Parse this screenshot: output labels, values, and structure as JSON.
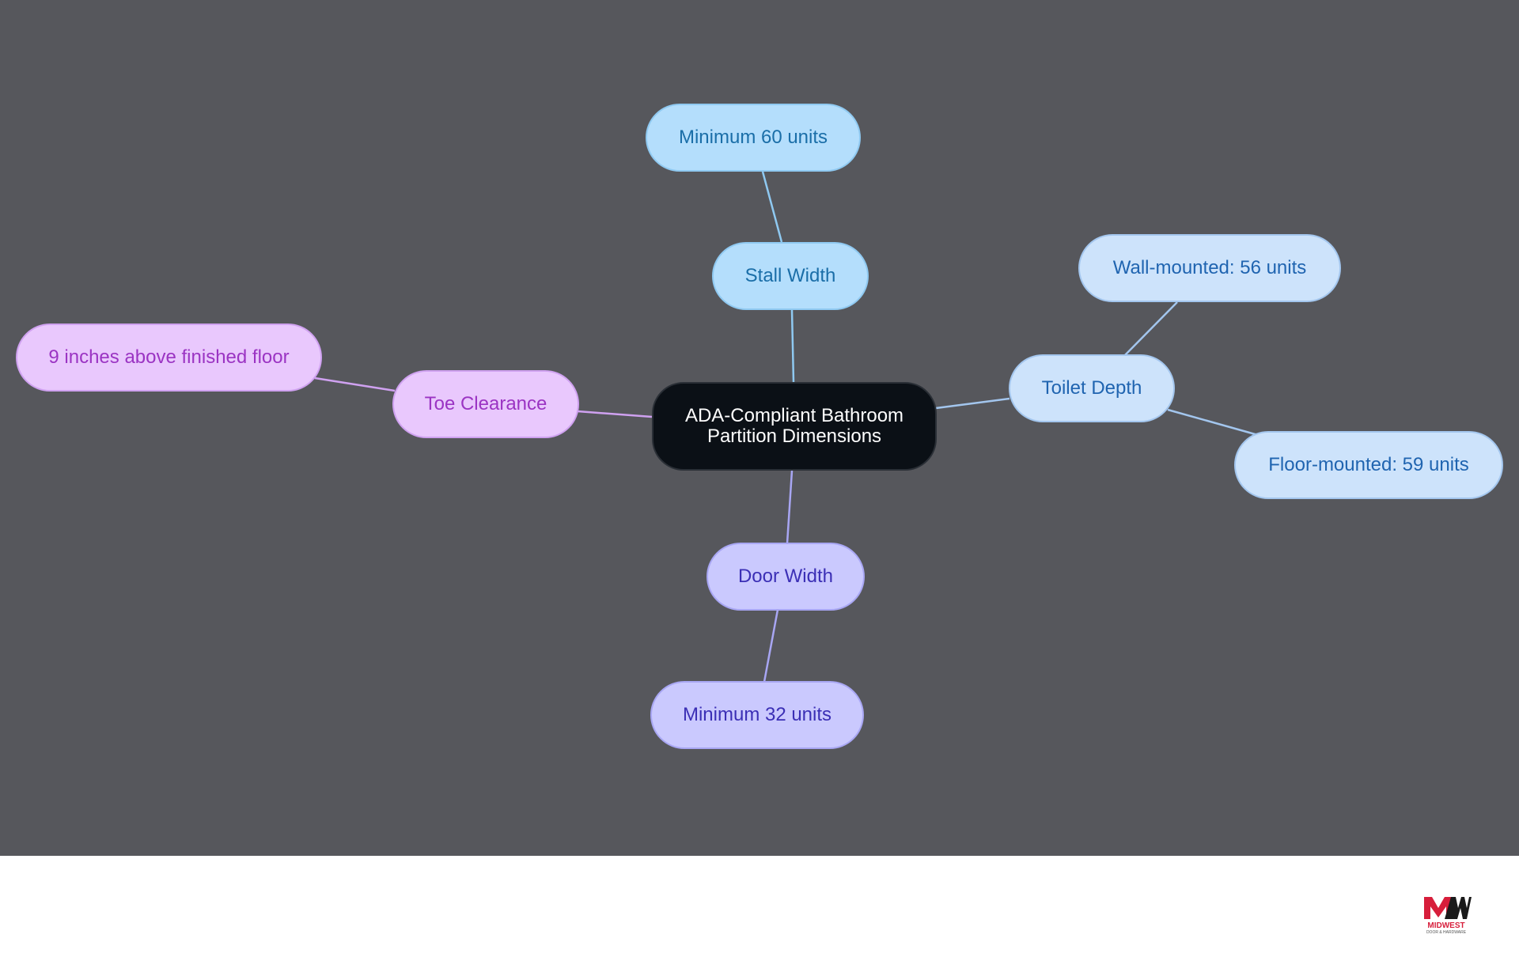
{
  "diagram": {
    "root": {
      "label": "ADA-Compliant Bathroom Partition Dimensions"
    },
    "branches": [
      {
        "label": "Stall Width",
        "children": [
          {
            "label": "Minimum 60 units"
          }
        ]
      },
      {
        "label": "Toilet Depth",
        "children": [
          {
            "label": "Wall-mounted: 56 units"
          },
          {
            "label": "Floor-mounted: 59 units"
          }
        ]
      },
      {
        "label": "Door Width",
        "children": [
          {
            "label": "Minimum 32 units"
          }
        ]
      },
      {
        "label": "Toe Clearance",
        "children": [
          {
            "label": "9 inches above finished floor"
          }
        ]
      }
    ]
  },
  "colors": {
    "canvas": "#56575c",
    "stall_width": "#b4defc",
    "toilet_depth": "#cde3fb",
    "door_width": "#cac9fe",
    "toe_clearance": "#e9c8fd",
    "root": "#0b1016"
  },
  "footer": {
    "logo_text": "MIDWEST",
    "logo_subtext": "DOOR & HARDWARE",
    "logo_icon": "mw-logo-icon"
  }
}
